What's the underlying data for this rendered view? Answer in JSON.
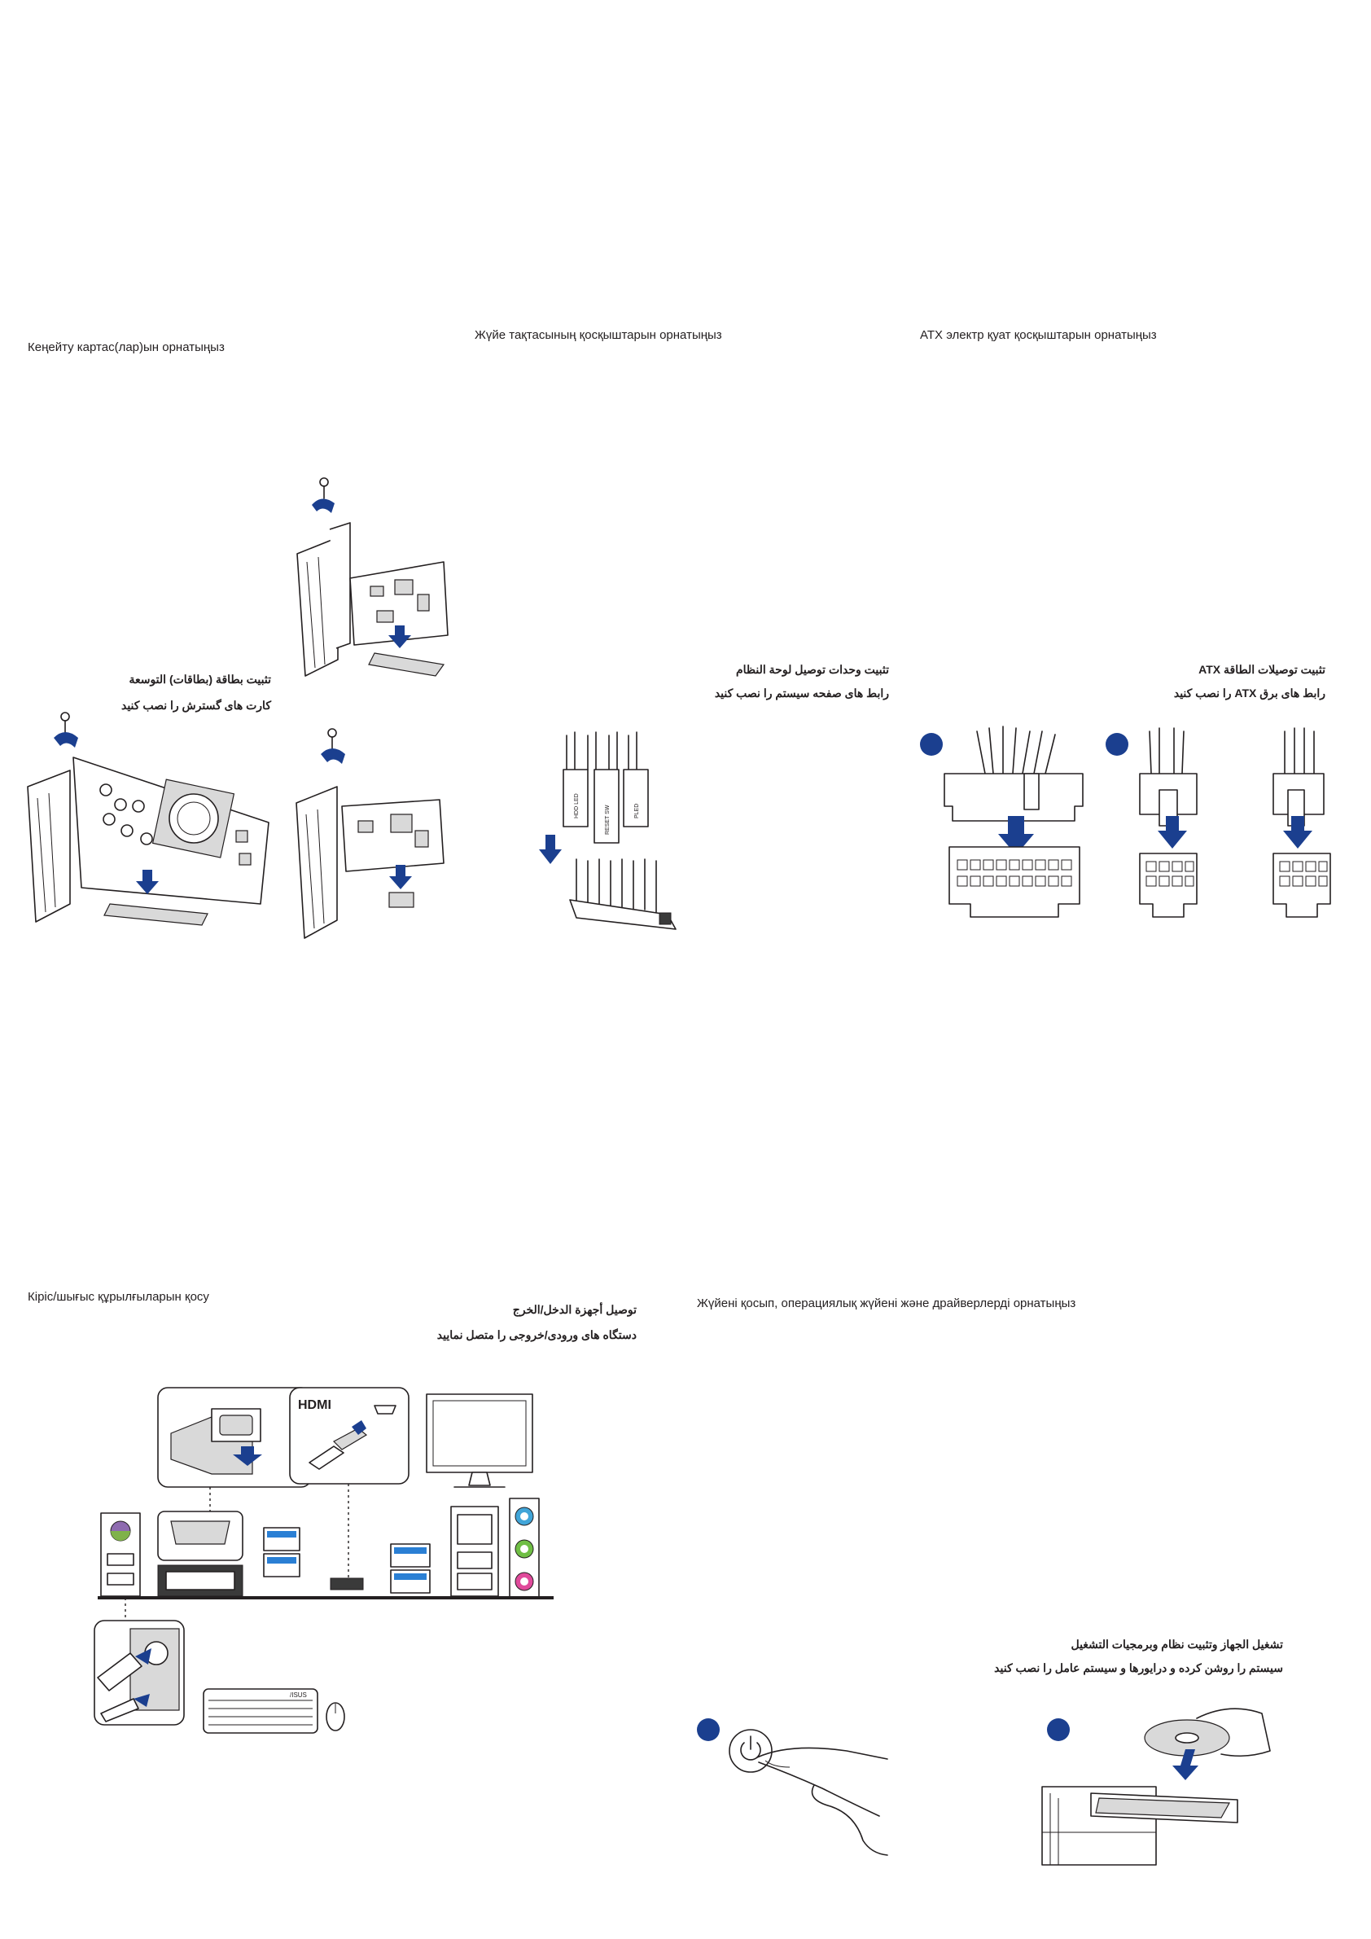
{
  "sections": {
    "expansion": {
      "title_kz": "Кеңейту картас(лар)ын орнатыңыз",
      "title_ar_line1": "تثبيت بطاقة (بطاقات) التوسعة",
      "title_ar_line2": "کارت های گسترش را نصب کنید"
    },
    "front_panel": {
      "title_kz": "Жүйе тақтасының қосқыштарын орнатыңыз",
      "title_ar_line1": "تثبيت وحدات توصيل لوحة النظام",
      "title_ar_line2": "رابط های صفحه سیستم را نصب کنید",
      "labels": [
        "HDD LED",
        "RESET SW",
        "PLED"
      ]
    },
    "atx_power": {
      "title_kz": "ATX электр қуат қосқыштарын орнатыңыз",
      "title_ar_line1": "تثبيت توصيلات الطاقة ATX",
      "title_ar_line2": "رابط های برق ATX را نصب کنید"
    },
    "io": {
      "title_kz": "Кіріс/шығыс құрылғыларын қосу",
      "title_ar_line1": "توصيل أجهزة الدخل/الخرج",
      "title_ar_line2": "دستگاه های ورودی/خروجی را متصل نمایید",
      "hdmi_logo": "HDMI",
      "keyboard_brand": "/ISUS"
    },
    "power_on": {
      "title_kz": "Жүйені қосып, операциялық жүйені және драйверлерді орнатыңыз",
      "title_ar_line1": "تشغيل الجهاز وتثبيت نظام وبرمجيات التشغيل",
      "title_ar_line2": "سیستم را روشن کرده و درایورها و سیستم عامل را نصب کنید"
    }
  },
  "colors": {
    "accent_blue": "#1b3f8f",
    "line": "#231f20",
    "ps2_purple": "#8e6bb0",
    "ps2_green": "#7fb24a",
    "audio_blue": "#41a5d8",
    "audio_green": "#6fbe44",
    "audio_pink": "#e04a9b",
    "usb3_blue": "#2a7fd4"
  }
}
